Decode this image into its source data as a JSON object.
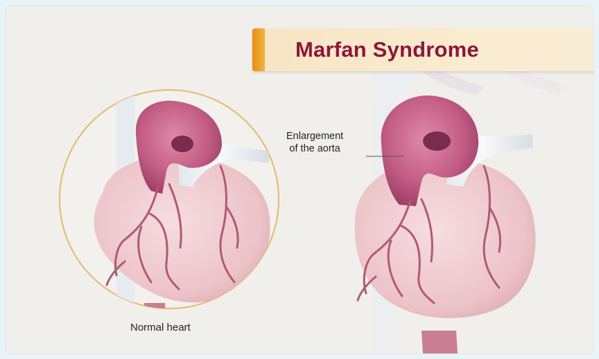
{
  "title": "Marfan Syndrome",
  "labels": {
    "normal": "Normal heart",
    "enlargement_line1": "Enlargement",
    "enlargement_line2": "of the aorta"
  },
  "colors": {
    "title": "#8c1739",
    "banner_accent": "#f0a020",
    "heart": "#f1cfd2",
    "aorta": "#b84a74",
    "vessels": "#b05a72"
  }
}
